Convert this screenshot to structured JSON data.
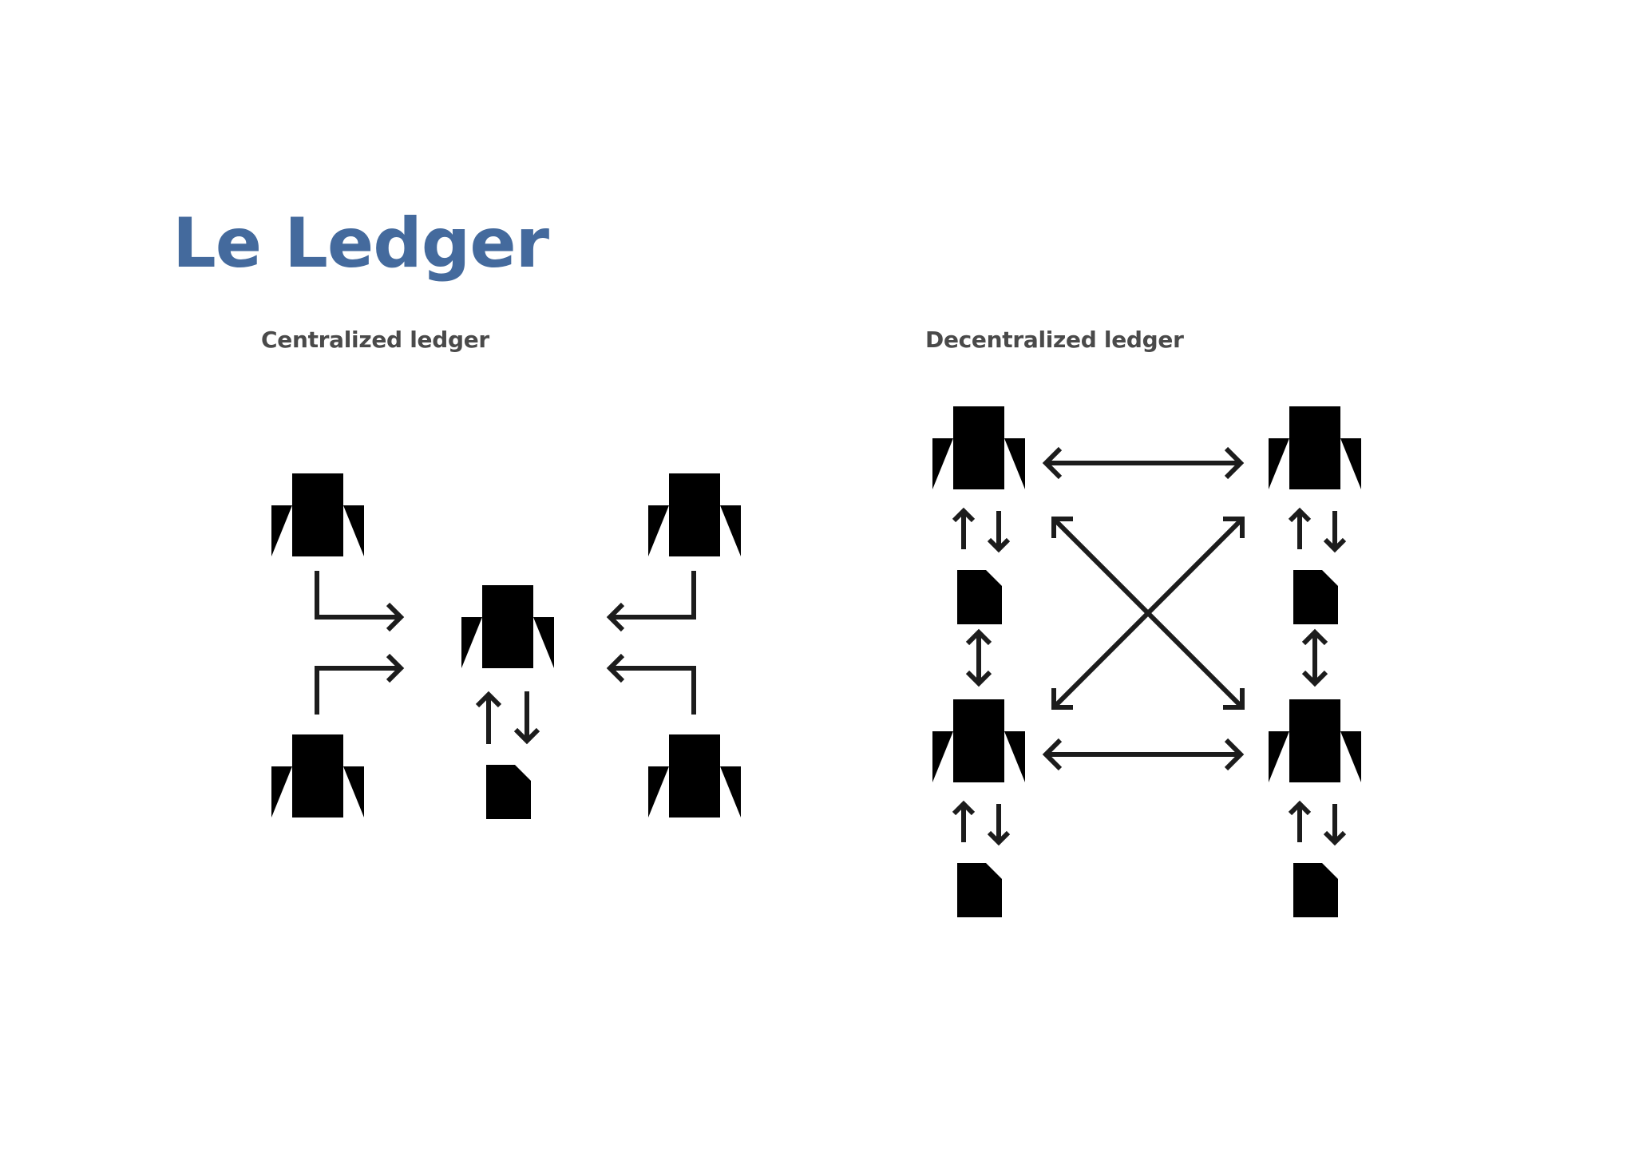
{
  "slide": {
    "title": "Le Ledger"
  },
  "diagrams": {
    "centralized": {
      "label": "Centralized ledger"
    },
    "decentralized": {
      "label": "Decentralized ledger"
    }
  },
  "colors": {
    "title": "#446a9d",
    "label": "#4a4a4a",
    "icon": "#1a6ff0",
    "arrow": "#1c1c1c"
  },
  "icons": {
    "node": "bank-building-icon",
    "ledger": "document-icon"
  }
}
